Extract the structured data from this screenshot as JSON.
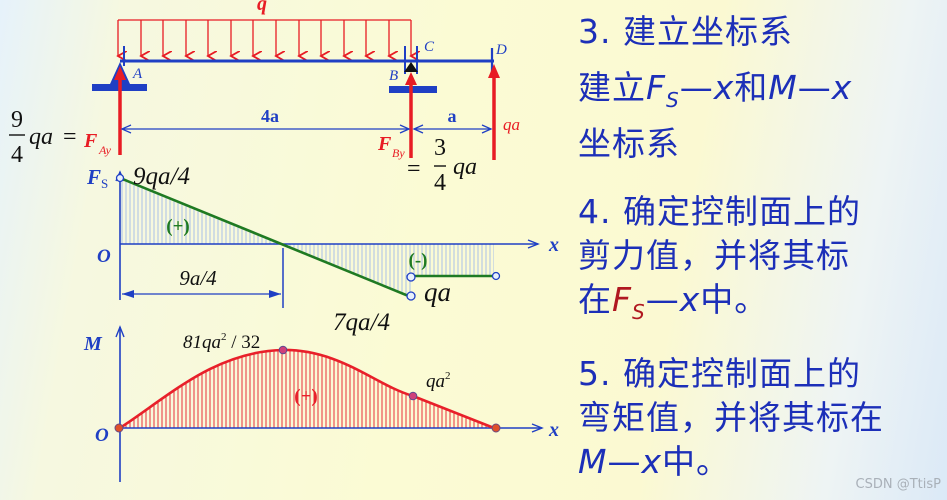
{
  "beam": {
    "load_label": "q",
    "points": {
      "A": "A",
      "B": "B",
      "C": "C",
      "D": "D"
    },
    "span_AB": "4a",
    "span_BD": "a",
    "end_force": "qa",
    "reaction_A": {
      "symbol": "F",
      "sub": "Ay",
      "value_num": "9",
      "value_den": "4",
      "value_tail": "qa",
      "eq": "="
    },
    "reaction_B": {
      "symbol": "F",
      "sub": "By",
      "value_num": "3",
      "value_den": "4",
      "value_tail": "qa",
      "eq": "="
    }
  },
  "shear_diagram": {
    "axis_y_label": "F",
    "axis_y_sub": "S",
    "axis_x_label": "x",
    "origin_label": "O",
    "max_label": "9qa/4",
    "min_label": "7qa/4",
    "right_label": "qa",
    "zero_cross_label": "9a/4",
    "positive_sign": "(+)",
    "negative_sign": "(-)"
  },
  "moment_diagram": {
    "axis_y_label": "M",
    "axis_x_label": "x",
    "origin_label": "O",
    "max_label_pre": "81qa",
    "max_label_sup": "2",
    "max_label_post": " / 32",
    "b_label_pre": "qa",
    "b_label_sup": "2",
    "positive_sign": "(+)"
  },
  "steps": {
    "step3_title": "3. 建立坐标系",
    "step3_line1_a": "建立",
    "step3_line1_F": "F",
    "step3_line1_S": "S",
    "step3_line1_b": "—",
    "step3_line1_x1": "x",
    "step3_line1_c": "和",
    "step3_line1_M": "M",
    "step3_line1_d": "—",
    "step3_line1_x2": "x",
    "step3_line2": "坐标系",
    "step4_line1": "4. 确定控制面上的",
    "step4_line2": "剪力值，并将其标",
    "step4_line3_a": "在",
    "step4_line3_F": "F",
    "step4_line3_S": "S",
    "step4_line3_b": "—",
    "step4_line3_x": "x",
    "step4_line3_c": "中。",
    "step5_line1": "5. 确定控制面上的",
    "step5_line2": "弯矩值，并将其标在",
    "step5_line3_M": "M",
    "step5_line3_a": "—",
    "step5_line3_x": "x",
    "step5_line3_b": "中。"
  },
  "watermark": "CSDN @TtisP",
  "colors": {
    "beam_blue": "#1f3fc4",
    "force_red": "#e81c24",
    "shear_green": "#1f7a22",
    "moment_red": "#e8202a",
    "text_blue": "#1c2fb8"
  },
  "chart_data": [
    {
      "type": "line",
      "title": "Shear force diagram F_S - x",
      "xlabel": "x",
      "ylabel": "F_S",
      "x": [
        "0",
        "9a/4",
        "4a (B-)",
        "4a (B+)",
        "5a (D)"
      ],
      "values": [
        "9qa/4",
        "0",
        "-7qa/4",
        "-qa",
        "-qa"
      ],
      "annotations": [
        "(+)",
        "(-)",
        "9a/4"
      ]
    },
    {
      "type": "area",
      "title": "Bending moment diagram M - x",
      "xlabel": "x",
      "ylabel": "M",
      "x": [
        "0",
        "9a/4",
        "4a (B)",
        "5a (D)"
      ],
      "values": [
        "0",
        "81qa^2/32",
        "qa^2",
        "0"
      ],
      "annotations": [
        "(+)"
      ]
    }
  ]
}
